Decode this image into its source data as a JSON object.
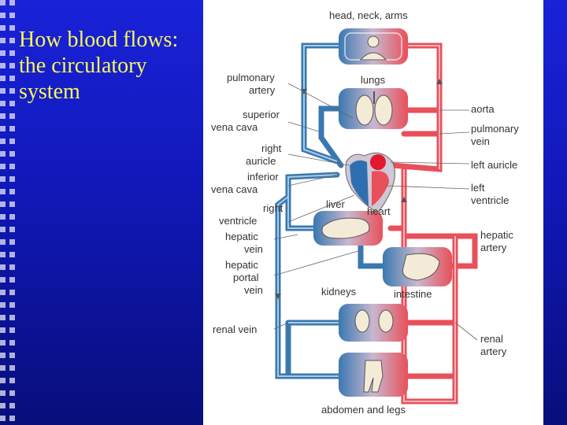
{
  "slide": {
    "title_lines": [
      "How blood flows:",
      "the circulatory",
      "system"
    ]
  },
  "diagram": {
    "labels": {
      "head_neck_arms": "head, neck, arms",
      "lungs": "lungs",
      "pulmonary_artery": [
        "pulmonary",
        "artery"
      ],
      "superior_vena_cava": [
        "superior",
        "vena cava"
      ],
      "right_auricle": [
        "right",
        "auricle"
      ],
      "inferior_vena_cava": [
        "inferior",
        "vena cava"
      ],
      "right_ventricle": [
        "right",
        "ventricle"
      ],
      "hepatic_vein": [
        "hepatic",
        "vein"
      ],
      "hepatic_portal_vein": [
        "hepatic",
        "portal",
        "vein"
      ],
      "renal_vein": "renal vein",
      "aorta": "aorta",
      "pulmonary_vein": [
        "pulmonary",
        "vein"
      ],
      "left_auricle": "left auricle",
      "left_ventricle": [
        "left",
        "ventricle"
      ],
      "hepatic_artery": [
        "hepatic",
        "artery"
      ],
      "renal_artery": [
        "renal",
        "artery"
      ],
      "liver": "liver",
      "heart": "heart",
      "kidneys": "kidneys",
      "intestine": "intestine",
      "abdomen_and_legs": "abdomen and legs"
    },
    "colors": {
      "artery_red": "#e8505a",
      "vein_blue": "#3a78b0",
      "organ_fill": "#f3ead8"
    }
  }
}
